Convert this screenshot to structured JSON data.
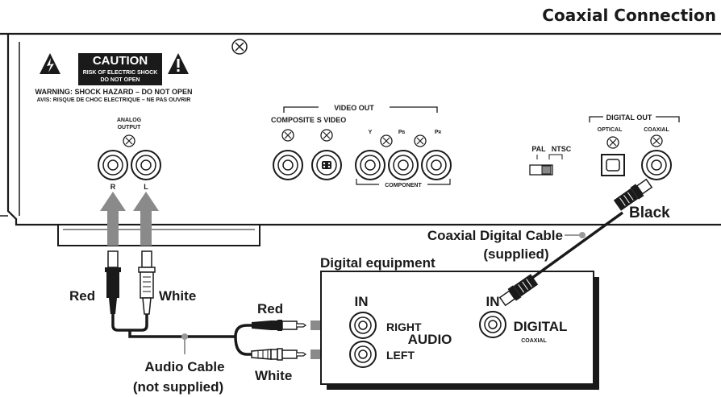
{
  "title": "Coaxial Connection",
  "caution": {
    "heading": "CAUTION",
    "line1": "RISK OF ELECTRIC SHOCK",
    "line2": "DO NOT OPEN",
    "warning_en": "WARNING: SHOCK HAZARD – DO NOT OPEN",
    "warning_fr": "AVIS: RISQUE DE CHOC ELECTRIQUE – NE PAS OUVRIR"
  },
  "analog_output": {
    "line1": "ANALOG",
    "line2": "OUTPUT",
    "right": "R",
    "left": "L"
  },
  "video_out": {
    "label": "VIDEO OUT",
    "composite": "COMPOSITE",
    "svideo": "S VIDEO",
    "y": "Y",
    "pb": "P",
    "pb_sub": "B",
    "pr": "P",
    "pr_sub": "R",
    "component": "COMPONENT"
  },
  "pal_ntsc": {
    "pal": "PAL",
    "ntsc": "NTSC"
  },
  "digital_out": {
    "label": "DIGITAL OUT",
    "optical": "OPTICAL",
    "coaxial": "COAXIAL"
  },
  "coax_cable": {
    "label_line1": "Coaxial Digital Cable",
    "label_line2": "(supplied)",
    "plug_color": "Black"
  },
  "equipment": {
    "title": "Digital equipment",
    "in_audio": "IN",
    "right": "RIGHT",
    "audio": "AUDIO",
    "left": "LEFT",
    "in_digital": "IN",
    "digital": "DIGITAL",
    "coaxial": "COAXIAL"
  },
  "audio_cable": {
    "red_top": "Red",
    "white_top": "White",
    "red_side": "Red",
    "white_side": "White",
    "label_line1": "Audio Cable",
    "label_line2": "(not supplied)"
  },
  "colors": {
    "ink": "#1a1a1a",
    "panel": "#ffffff",
    "arrow": "#8a8a8a",
    "callout": "#9a9a9a"
  }
}
